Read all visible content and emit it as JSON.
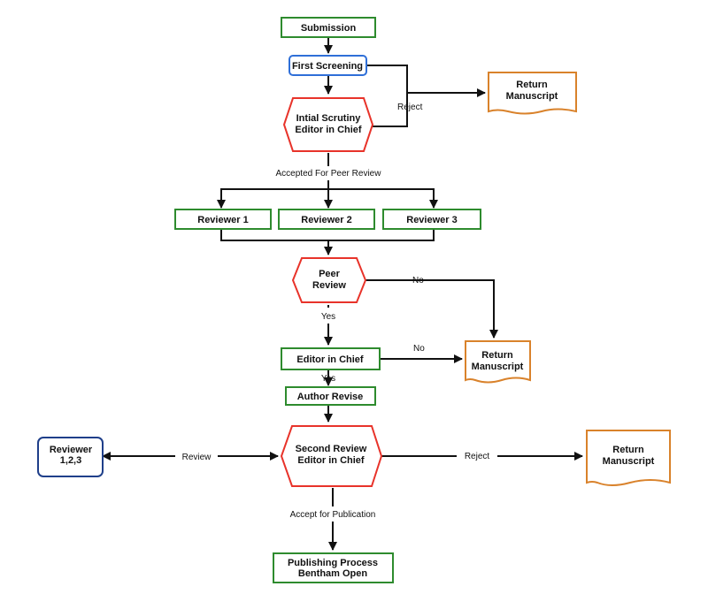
{
  "colors": {
    "process_border": "#2e8b2e",
    "decision_border": "#e8332a",
    "document_border": "#d9822b",
    "screening_border": "#2f6fd8",
    "external_border": "#1f3f8a",
    "line": "#111111"
  },
  "nodes": {
    "submission": "Submission",
    "first_screening": "First Screening",
    "initial_scrutiny": [
      "Intial Scrutiny",
      "Editor in Chief"
    ],
    "return_manuscript_1": [
      "Return",
      "Manuscript"
    ],
    "reviewer_1": "Reviewer 1",
    "reviewer_2": "Reviewer 2",
    "reviewer_3": "Reviewer 3",
    "peer_review": [
      "Peer",
      "Review"
    ],
    "return_manuscript_2": [
      "Return",
      "Manuscript"
    ],
    "editor_in_chief": "Editor in Chief",
    "author_revise": "Author Revise",
    "second_review": [
      "Second Review",
      "Editor in Chief"
    ],
    "reviewer_123": [
      "Reviewer",
      "1,2,3"
    ],
    "return_manuscript_3": [
      "Return",
      "Manuscript"
    ],
    "publishing_process": [
      "Publishing Process",
      "Bentham Open"
    ]
  },
  "edge_labels": {
    "reject_1": "Reject",
    "accepted_for_peer_review": "Accepted For Peer Review",
    "no_1": "No",
    "yes_1": "Yes",
    "no_2": "No",
    "yes_2": "Yes",
    "review": "Review",
    "reject_2": "Reject",
    "accept_for_publication": "Accept for Publication"
  }
}
